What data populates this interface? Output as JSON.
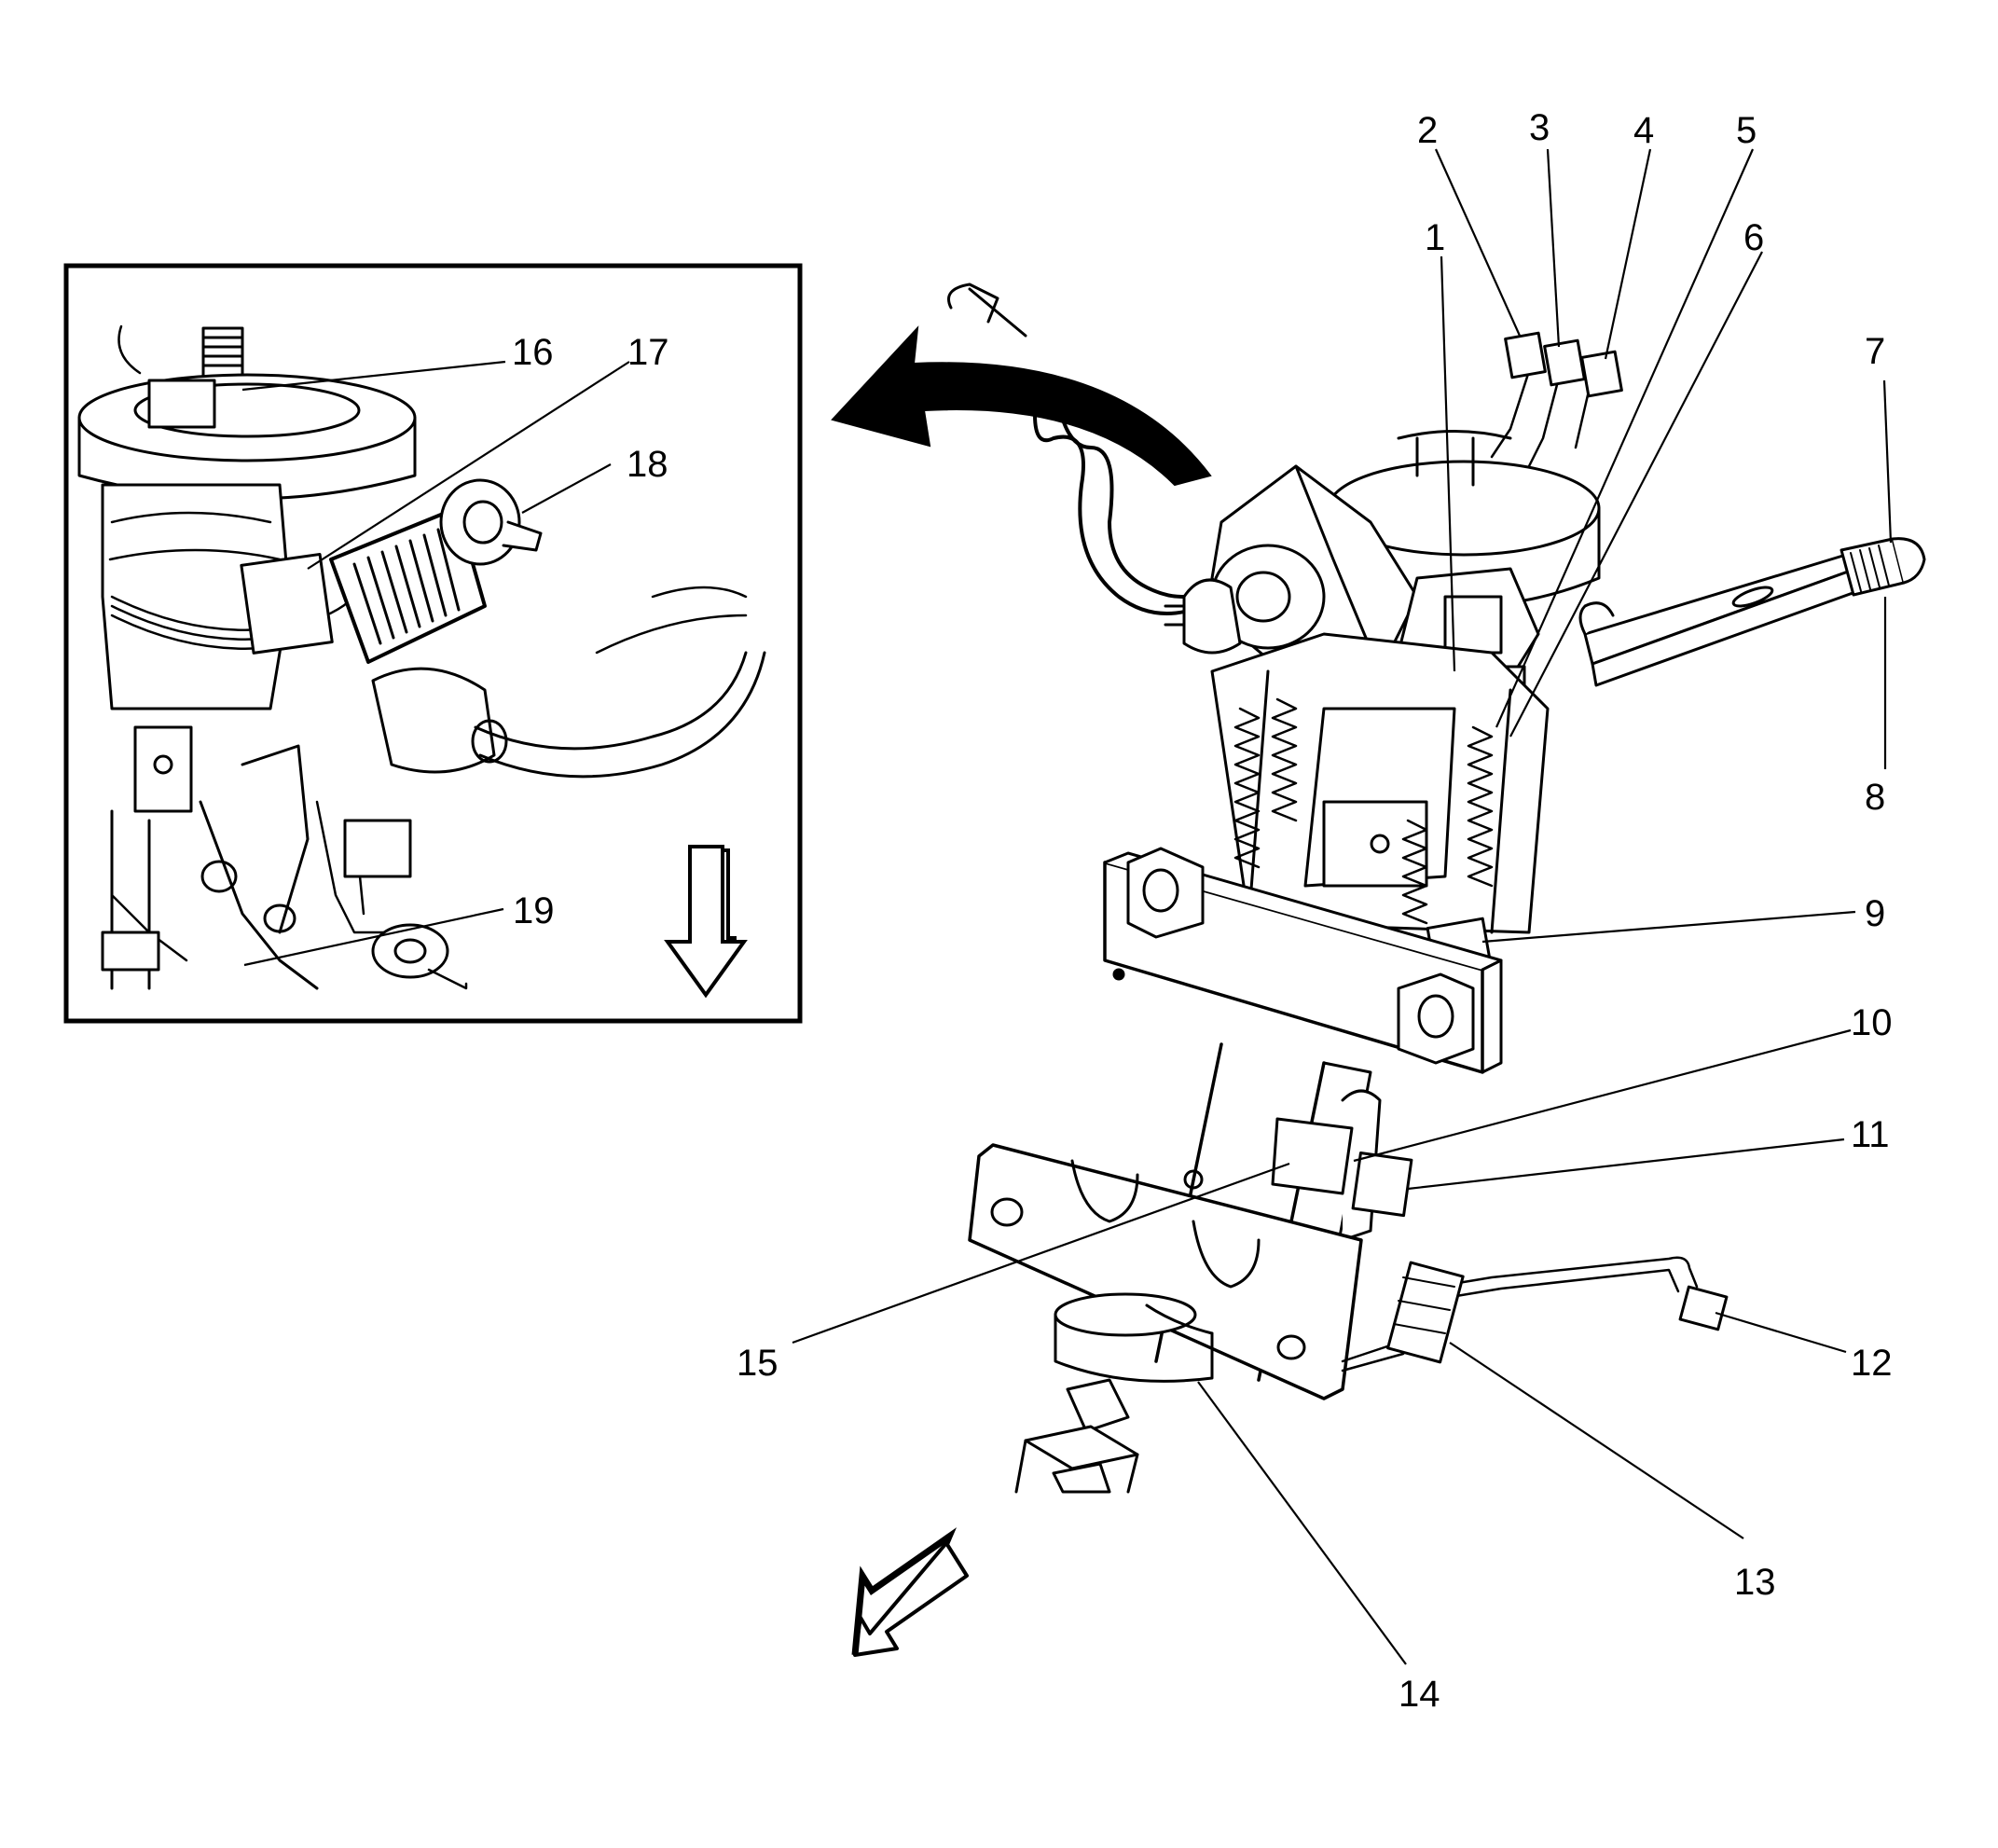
{
  "diagram": {
    "callouts": {
      "c1": "1",
      "c2": "2",
      "c3": "3",
      "c4": "4",
      "c5": "5",
      "c6": "6",
      "c7": "7",
      "c8": "8",
      "c9": "9",
      "c10": "10",
      "c11": "11",
      "c12": "12",
      "c13": "13",
      "c14": "14",
      "c15": "15",
      "c16": "16",
      "c17": "17",
      "c18": "18",
      "c19": "19"
    },
    "icons": {
      "detail_arrow": "curved-arrow-icon",
      "inset_direction": "down-arrow-icon",
      "front_direction": "diagonal-arrow-icon"
    },
    "colors": {
      "ink": "#000000",
      "background": "#ffffff"
    }
  }
}
